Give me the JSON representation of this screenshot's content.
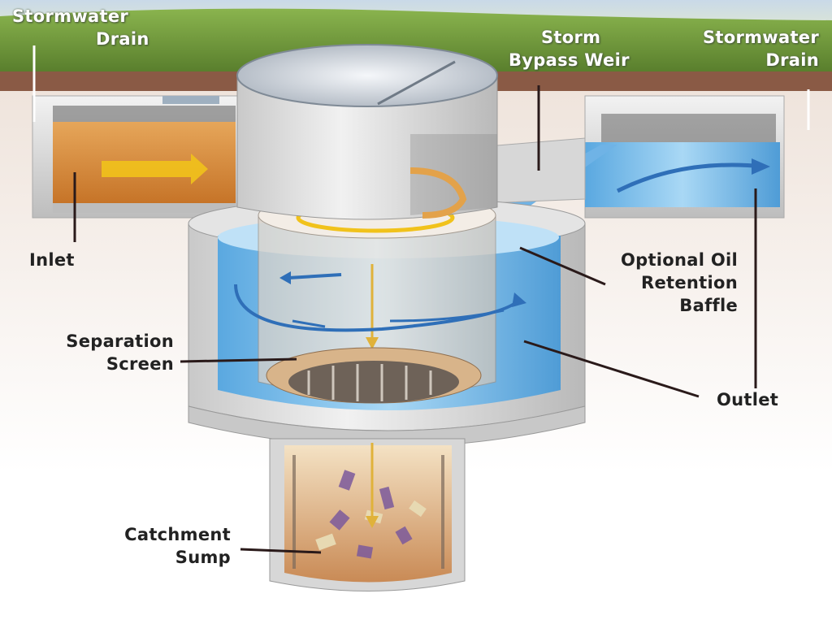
{
  "labels": {
    "stormwater_drain_left": [
      "Stormwater",
      "Drain"
    ],
    "storm_bypass_weir": [
      "Storm",
      "Bypass Weir"
    ],
    "stormwater_drain_right": [
      "Stormwater",
      "Drain"
    ],
    "inlet": "Inlet",
    "optional_oil_retention_baffle": [
      "Optional Oil",
      "Retention",
      "Baffle"
    ],
    "separation_screen": [
      "Separation",
      "Screen"
    ],
    "outlet": "Outlet",
    "catchment_sump": [
      "Catchment",
      "Sump"
    ]
  },
  "colors": {
    "grass": "#6e9a3c",
    "soil": "#8a5a45",
    "ground": "#e9dcd3",
    "concrete": "#dcdcdc",
    "water": "#7fc0ea",
    "inflow": "#d88a3a",
    "arrow_yellow": "#f1c21b",
    "arrow_blue": "#2f6fb8"
  }
}
